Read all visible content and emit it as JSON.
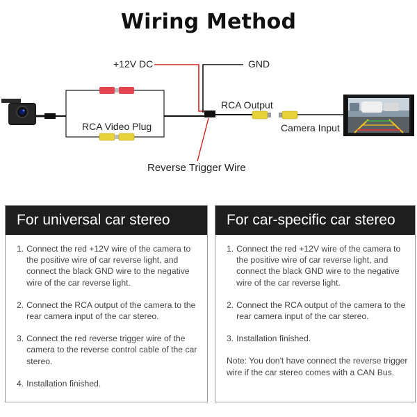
{
  "title": "Wiring Method",
  "diagram": {
    "label_12v": "+12V DC",
    "label_gnd": "GND",
    "label_rca_output": "RCA Output",
    "label_rca_video_plug": "RCA Video Plug",
    "label_camera_input": "Camera Input",
    "label_reverse_trigger": "Reverse Trigger Wire",
    "colors": {
      "red_wire": "#d42020",
      "black_wire": "#111111",
      "rca_yellow": "#e8d23a",
      "rca_red": "#e2454f"
    }
  },
  "panels": [
    {
      "heading": "For universal car stereo",
      "steps": [
        {
          "num": "1.",
          "text": "Connect the red +12V wire of the camera to the positive wire of car reverse light, and connect the black GND wire to the negative wire of the car reverse light."
        },
        {
          "num": "2.",
          "text": "Connect the RCA output of the camera to the rear camera input of the car stereo."
        },
        {
          "num": "3.",
          "text": "Connect the red reverse trigger wire of the camera to the reverse control cable of the car stereo."
        },
        {
          "num": "4.",
          "text": "Installation finished."
        }
      ],
      "note": ""
    },
    {
      "heading": "For car-specific car stereo",
      "steps": [
        {
          "num": "1.",
          "text": "Connect the red +12V wire of the camera to the positive wire of car reverse light, and connect the black GND wire to the negative wire of the car reverse light."
        },
        {
          "num": "2.",
          "text": "Connect the RCA output of the camera to the rear camera input of the car stereo."
        },
        {
          "num": "3.",
          "text": "Installation finished."
        }
      ],
      "note": "Note: You don't have connect the reverse trigger wire if the car stereo comes with a CAN Bus."
    }
  ]
}
